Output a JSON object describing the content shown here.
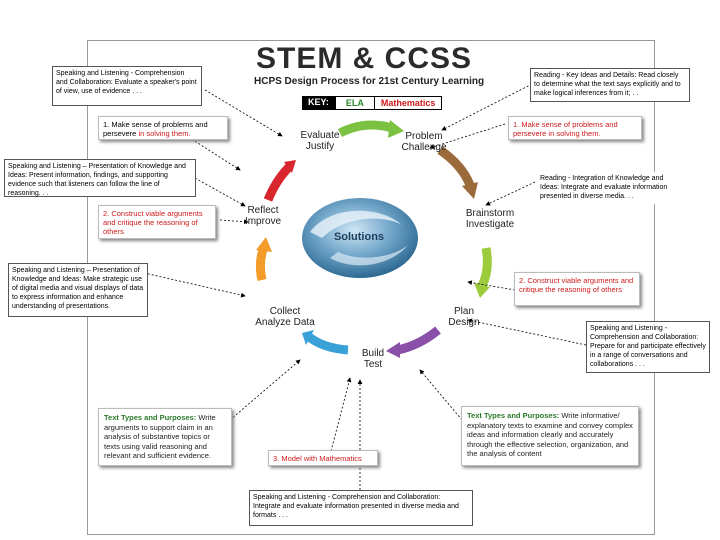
{
  "header": {
    "title": "STEM & CCSS",
    "subtitle": "HCPS Design Process for 21st Century Learning",
    "key_label": "KEY:",
    "key_ela": "ELA",
    "key_math": "Mathematics"
  },
  "cycle": {
    "center": "Solutions",
    "evaluate": "Evaluate\nJustify",
    "problem": "Problem\nChallenge",
    "brainstorm": "Brainstorm\nInvestigate",
    "plan": "Plan\nDesign",
    "build": "Build\nTest",
    "collect": "Collect\nAnalyze Data",
    "reflect": "Reflect\nImprove"
  },
  "notes": {
    "sl_comprehension_1": "Speaking and Listening - Comprehension and Collaboration: Evaluate a speaker's point of view, use of evidence . . .",
    "reading_key_ideas": "Reading - Key Ideas and Details: Read closely to determine what the text says explicitly and to make logical inferences from it; . .",
    "sl_presentation_1": "Speaking and Listening – Presentation of Knowledge and Ideas: Present information, findings, and supporting evidence such that listeners can follow the line of reasoning. . .",
    "reading_integration": "Reading - Integration of Knowledge and Ideas: Integrate and evaluate information presented in diverse media. . .",
    "sl_presentation_2": "Speaking and Listening – Presentation of Knowledge and Ideas: Make strategic use of digital media and visual displays of data to express information and enhance understanding of presentations.",
    "sl_comprehension_2": "Speaking and Listening - Comprehension and Collaboration: Prepare for and participate effectively in a range of conversations and collaborations . . .",
    "sl_comprehension_3": "Speaking and Listening - Comprehension and Collaboration: Integrate and evaluate information presented in diverse media and formats . . ."
  },
  "math_cards": {
    "mp1_left": {
      "black": "1. Make sense of problems and persevere ",
      "red": "in solving them."
    },
    "mp1_right": {
      "red": "1. Make sense of problems and persevere in solving them."
    },
    "mp2_left": {
      "red": "2. Construct viable arguments and critique the reasoning of others"
    },
    "mp2_right": {
      "red": "2. Construct viable arguments and critique the reasoning of others"
    },
    "mp4": {
      "red": "3. Model with Mathematics"
    }
  },
  "writing_cards": {
    "left": {
      "head": "Text Types and Purposes:",
      "body": " Write arguments to support claim in an analysis of substantive topics or texts using valid reasoning and relevant and sufficient evidence."
    },
    "right": {
      "head": "Text Types and Purposes:",
      "body": " Write informative/ explanatory texts to examine and convey complex ideas and information clearly and accurately through the effective selection, organization, and the analysis of content"
    }
  },
  "colors": {
    "ela": "#2a8a2a",
    "math": "#cc1a1a",
    "arrow_green": "#7cc242",
    "arrow_red": "#d8262e",
    "arrow_blue": "#3aa0d8",
    "arrow_purple": "#8a4fa8",
    "arrow_orange": "#f39c2a",
    "arrow_yellowgreen": "#9ccb3b"
  }
}
